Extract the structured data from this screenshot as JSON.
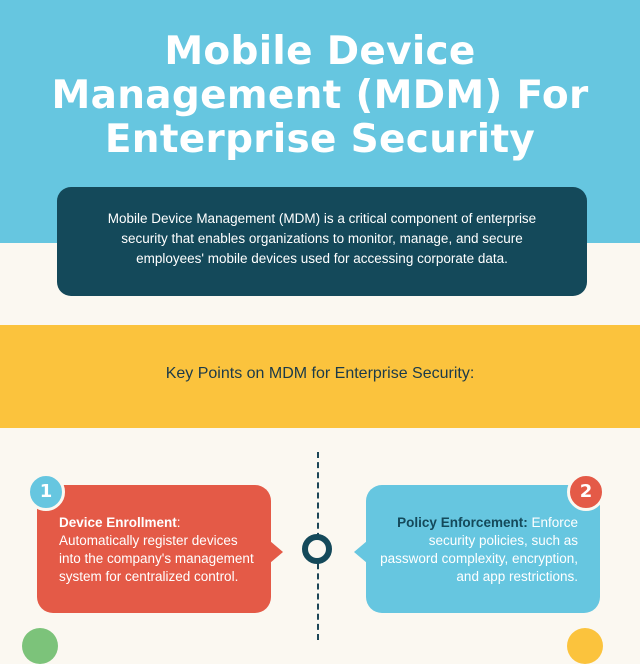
{
  "header": {
    "title_lines": [
      "Mobile Device",
      "Management (MDM) For",
      "Enterprise Security"
    ]
  },
  "intro": {
    "text": "Mobile Device Management (MDM) is a critical component of enterprise security that enables organizations to monitor, manage, and secure employees' mobile devices used for accessing corporate data."
  },
  "section": {
    "heading": "Key Points on MDM for Enterprise Security:"
  },
  "points": [
    {
      "number": "1",
      "title": "Device Enrollment",
      "separator": ":",
      "body": "Automatically register devices into the company's management system for centralized control."
    },
    {
      "number": "2",
      "title": "Policy Enforcement:",
      "body": "Enforce security policies, such as password complexity, encryption, and app restrictions."
    }
  ],
  "colors": {
    "hero_blue": "#66c6e0",
    "navy": "#14495a",
    "yellow": "#fbc33d",
    "red": "#e45a47",
    "green": "#7cc37a",
    "cream": "#fbf8f1"
  }
}
